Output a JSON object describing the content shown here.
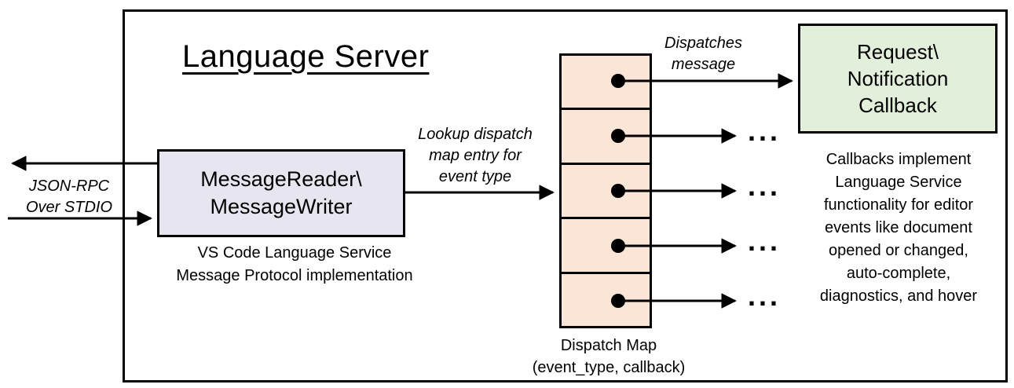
{
  "title": "Language Server",
  "io_label": {
    "lines": [
      "JSON-RPC",
      "Over STDIO"
    ]
  },
  "message_box": {
    "lines": [
      "MessageReader\\",
      "MessageWriter"
    ]
  },
  "message_caption": {
    "lines": [
      "VS Code Language Service",
      "Message Protocol implementation"
    ]
  },
  "lookup_label": {
    "lines": [
      "Lookup dispatch",
      "map entry for",
      "event type"
    ]
  },
  "dispatches_label": {
    "lines": [
      "Dispatches",
      "message"
    ]
  },
  "callback_box": {
    "lines": [
      "Request\\",
      "Notification",
      "Callback"
    ]
  },
  "dispatch_map": {
    "cell_count": 5,
    "caption_lines": [
      "Dispatch Map",
      "(event_type, callback)"
    ]
  },
  "ellipsis": "...",
  "callbacks_note": {
    "lines": [
      "Callbacks implement",
      "Language Service",
      "functionality for editor",
      "events like document",
      "opened or changed,",
      "auto-complete,",
      "diagnostics, and hover"
    ]
  },
  "colors": {
    "message_box_fill": "#e7e6f0",
    "dispatch_map_fill": "#fbe5d6",
    "callback_box_fill": "#e2efda",
    "line": "#000000"
  }
}
